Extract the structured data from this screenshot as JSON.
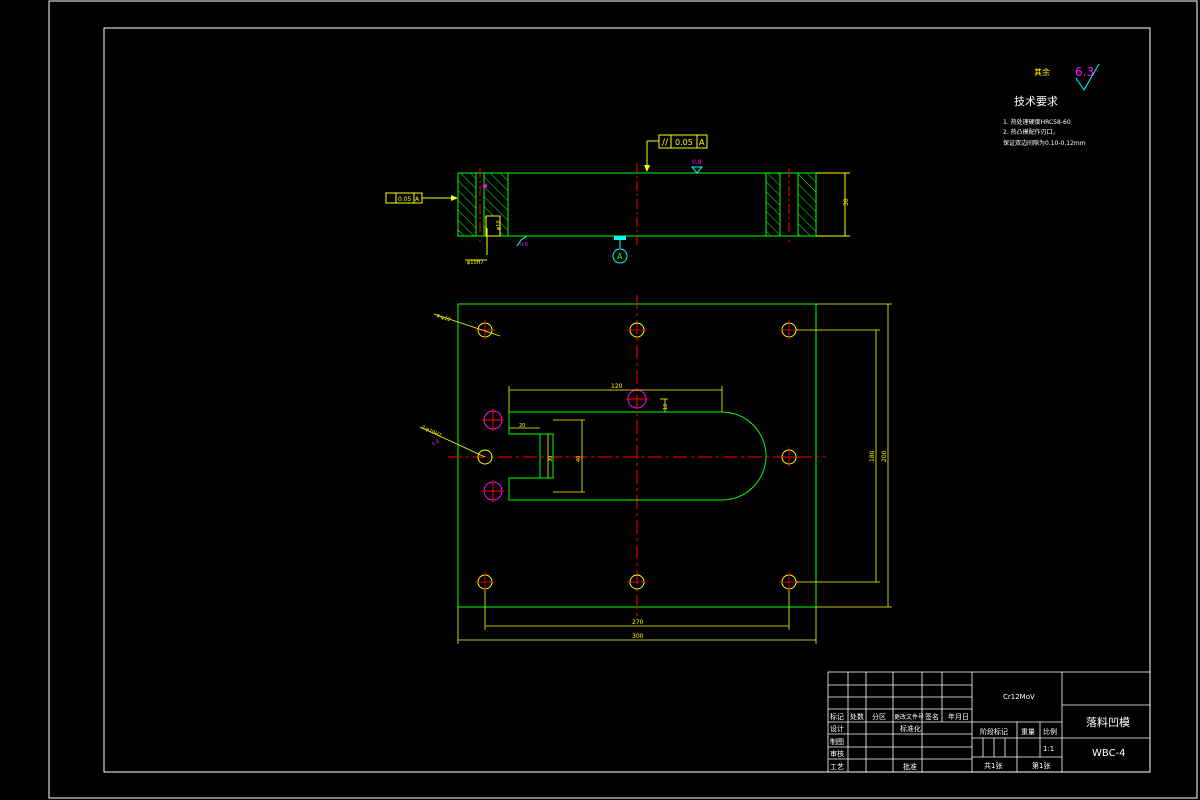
{
  "colors": {
    "background": "#000000",
    "frame": "#ffffff",
    "outline": "#00ff00",
    "dimension": "#ffff00",
    "centerline": "#ff0000",
    "hole": "#ffff00",
    "datum_hole": "#ff00ff",
    "hatch": "#00ff00",
    "datum_symbol": "#00ffff"
  },
  "tech_requirements": {
    "roughness_label": "其余",
    "roughness_value": "6.3",
    "title": "技术要求",
    "lines": [
      "1. 热处理硬度HRC58-60",
      "2. 热凸模配作刃口，",
      "保证双边间隙为0.10-0.12mm"
    ]
  },
  "section_view": {
    "parallelism_tol": "0.05",
    "parallelism_datum": "A",
    "flatness_tol": "0.05",
    "flatness_datum": "A",
    "roughness_top": "0.8",
    "roughness_bottom": "0.8",
    "datum_label": "A",
    "thickness_dim": "30",
    "side_dim_small": "φ10",
    "side_dim_bottom": "φ10H7"
  },
  "plan_view": {
    "dim_slot_length": "120",
    "dim_slot_offset": "10",
    "dim_small_width": "20",
    "dim_small_height": "30",
    "dim_slot_height": "40",
    "dim_inner_height": "180",
    "dim_outer_height": "200",
    "dim_inner_width": "270",
    "dim_outer_width": "300",
    "leader_top_left": "4-φ10",
    "leader_mid_left_1": "2-φ10H7",
    "leader_mid_left_2": "0.8"
  },
  "title_block": {
    "material": "Cr12MoV",
    "part_name": "落料凹模",
    "drawing_no": "WBC-4",
    "scale_label": "比例",
    "scale_value": "1:1",
    "weight_label": "重量",
    "stage_label": "阶段标记",
    "sheet_total": "共1张",
    "sheet_no": "第1张",
    "row_labels": [
      "标记",
      "处数",
      "分区",
      "更改文件号",
      "签名",
      "年月日"
    ],
    "design": "设计",
    "draft": "制图",
    "check": "审核",
    "process": "工艺",
    "standardize": "标准化",
    "approve": "批准"
  }
}
